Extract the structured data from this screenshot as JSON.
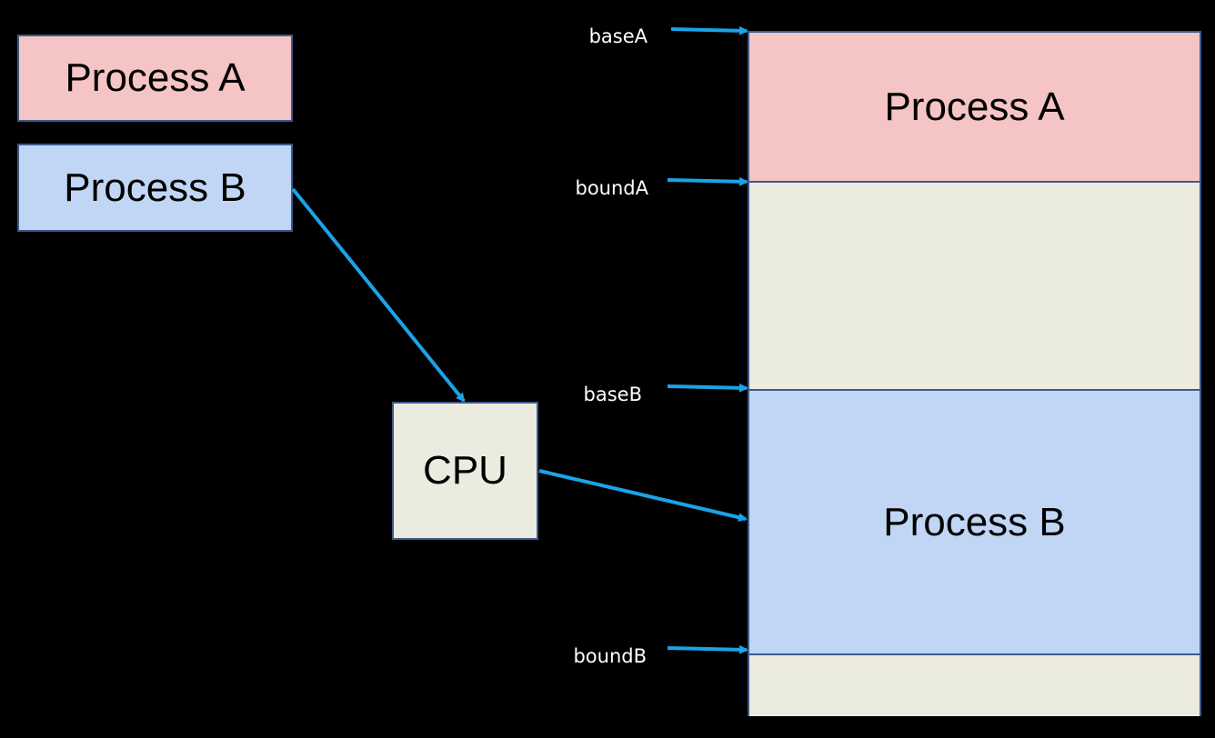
{
  "processes": {
    "a_label": "Process A",
    "b_label": "Process B"
  },
  "cpu": {
    "label": "CPU"
  },
  "memory": {
    "segment_a_label": "Process A",
    "segment_b_label": "Process B"
  },
  "registers": {
    "baseA": "baseA",
    "boundA": "boundA",
    "baseB": "baseB",
    "boundB": "boundB"
  },
  "colors": {
    "background": "#000000",
    "process_a": "#f5c4c4",
    "process_b": "#c0d6f4",
    "free_memory": "#ecebdf",
    "arrow": "#1aa3e8",
    "border": "#3c5a8a"
  }
}
